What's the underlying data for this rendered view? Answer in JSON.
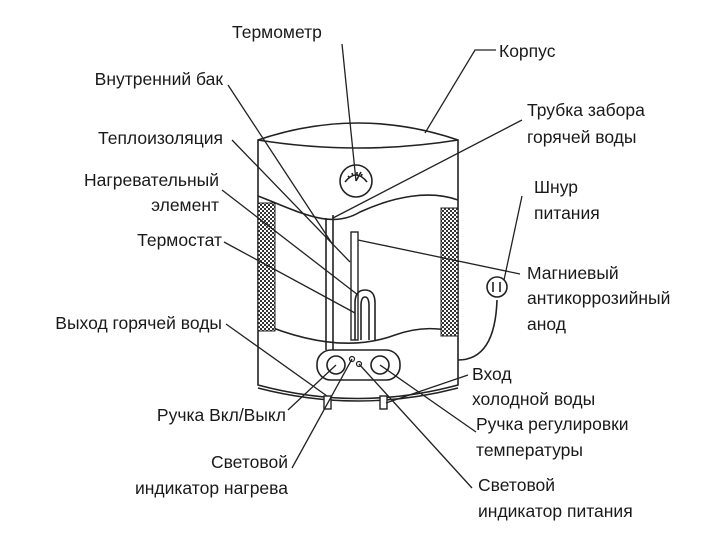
{
  "diagram": {
    "labels": {
      "thermometer": "Термометр",
      "body": "Корпус",
      "inner_tank": "Внутренний бак",
      "hot_intake_tube": [
        "Трубка забора",
        "горячей воды"
      ],
      "insulation": "Теплоизоляция",
      "heating_element": [
        "Нагревательный",
        "элемент"
      ],
      "power_cord": [
        "Шнур",
        "питания"
      ],
      "thermostat": "Термостат",
      "magnesium_anode": [
        "Магниевый",
        "антикоррозийный",
        "анод"
      ],
      "hot_water_outlet": "Выход горячей воды",
      "cold_water_inlet": [
        "Вход",
        "холодной воды"
      ],
      "on_off_knob": "Ручка Вкл/Выкл",
      "temp_knob": [
        "Ручка регулировки",
        "температуры"
      ],
      "heat_indicator": [
        "Световой",
        "индикатор нагрева"
      ],
      "power_indicator": [
        "Световой",
        "индикатор питания"
      ]
    }
  }
}
